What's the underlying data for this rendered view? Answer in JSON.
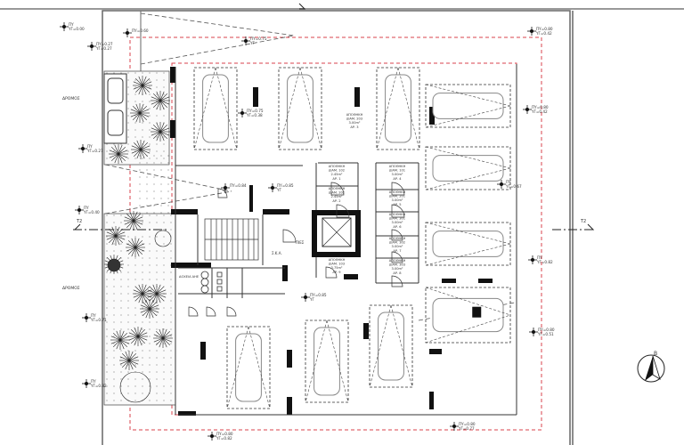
{
  "drawing": {
    "street_labels": [
      "ΔΡΟΜΟΣ",
      "ΔΡΟΜΟΣ"
    ],
    "section_marks": [
      "T2",
      "T2"
    ],
    "north_label": "B",
    "colors": {
      "walls": "#111111",
      "lines": "#444444",
      "boundary_dashed": "#d9434e",
      "background": "#ffffff"
    },
    "storage_rooms": [
      {
        "title": "ΑΠΟΘΗΚΗ",
        "apartment": "ΔΙΑΜ. 102",
        "area": "2.45m²",
        "number": "ΑΡ. 1"
      },
      {
        "title": "ΑΠΟΘΗΚΗ",
        "apartment": "ΔΙΑΜ. 202",
        "area": "2.45m²",
        "number": "ΑΡ. 2"
      },
      {
        "title": "ΑΠΟΘΗΚΗ",
        "apartment": "ΔΙΑΜ. 103",
        "area": "3.75m²",
        "number": "ΑΡ. 9"
      },
      {
        "title": "ΑΠΟΘΗΚΗ",
        "apartment": "ΔΙΑΜ. 101",
        "area": "3.00m²",
        "number": "ΑΡ. 4"
      },
      {
        "title": "ΑΠΟΘΗΚΗ",
        "apartment": "ΔΙΑΜ. 201",
        "area": "3.00m²",
        "number": "ΑΡ. 5"
      },
      {
        "title": "ΑΠΟΘΗΚΗ",
        "apartment": "ΔΙΑΜ. 301",
        "area": "3.00m²",
        "number": "ΑΡ. 6"
      },
      {
        "title": "ΑΠΟΘΗΚΗ",
        "apartment": "ΔΙΑΜ. 302",
        "area": "3.00m²",
        "number": "ΑΡ. 7"
      },
      {
        "title": "ΑΠΟΘΗΚΗ",
        "apartment": "ΔΙΑΜ. 303",
        "area": "3.00m²",
        "number": "ΑΡ. 8"
      },
      {
        "title": "ΑΠΟΘΗΚΗ",
        "apartment": "ΔΙΑΜ. 203",
        "area": "3.00m²",
        "number": "ΑΡ. 3"
      }
    ],
    "level_marks": [
      {
        "top": "ΠΥ",
        "bottom": "ΥΓ=0.00"
      },
      {
        "top": "ΠΥ=0.60",
        "bottom": ""
      },
      {
        "top": "ΠΥ=0.27",
        "bottom": "ΥΓ=0.27"
      },
      {
        "top": "ΠΥ=0.75",
        "bottom": "ΥΓ"
      },
      {
        "top": "ΠΥ",
        "bottom": "ΥΓ=0.27"
      },
      {
        "top": "ΠΥ",
        "bottom": "ΥΓ=0.40"
      },
      {
        "top": "ΠΥ=0.75",
        "bottom": "ΥΓ=0.38"
      },
      {
        "top": "ΠΥ=0.84",
        "bottom": ""
      },
      {
        "top": "ΠΥ=0.85",
        "bottom": "ΥΓ"
      },
      {
        "top": "ΠΥ=0.85",
        "bottom": "ΥΓ"
      },
      {
        "top": "ΠΥ=0.80",
        "bottom": "ΥΓ=0.42"
      },
      {
        "top": "ΠΥ=0.80",
        "bottom": "ΥΓ=0.42"
      },
      {
        "top": "ΠΥ",
        "bottom": "ΥΓ=0.67"
      },
      {
        "top": "ΠΥ",
        "bottom": "ΥΓ=0.82"
      },
      {
        "top": "ΠΥ=0.80",
        "bottom": "ΥΓ=0.51"
      },
      {
        "top": "ΠΥ",
        "bottom": "ΥΓ=0.71"
      },
      {
        "top": "ΠΥ",
        "bottom": "ΥΓ=0.82"
      },
      {
        "top": "ΠΥ=0.80",
        "bottom": "ΥΓ=0.82"
      },
      {
        "top": "ΠΥ=0.80",
        "bottom": "ΥΓ=0.77"
      }
    ],
    "room_labels": {
      "pressure": "ΠΙΕΣ",
      "ska": "Σ.Κ.Α.",
      "water_tanks": "ΔΟΧΕΙΑ ΑΗΕ"
    }
  }
}
